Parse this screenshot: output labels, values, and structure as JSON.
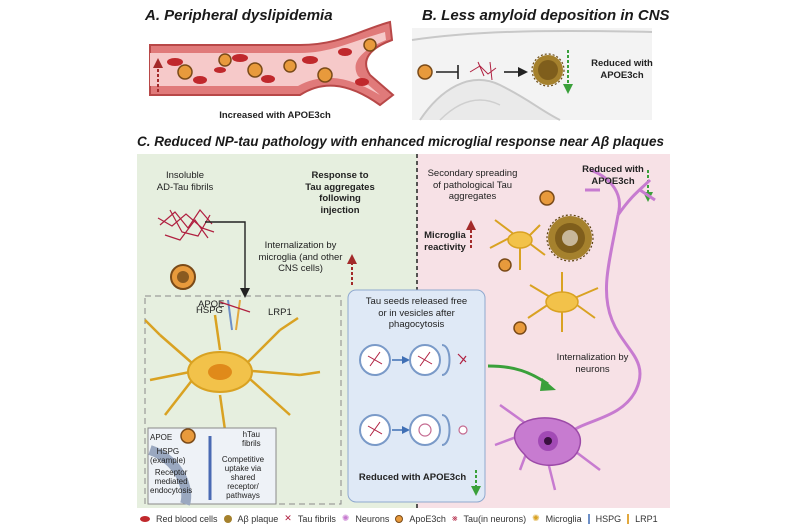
{
  "panel_a": {
    "title": "A. Peripheral dyslipidemia",
    "note": "Increased with APOE3ch"
  },
  "panel_b": {
    "title": "B. Less amyloid deposition in CNS",
    "note_line1": "Reduced with",
    "note_line2": "APOE3ch"
  },
  "panel_c": {
    "title": "C. Reduced NP-tau pathology with enhanced microglial response near Aβ plaques",
    "insoluble_line1": "Insoluble",
    "insoluble_line2": "AD-Tau fibrils",
    "response_line1": "Response to",
    "response_line2": "Tau aggregates",
    "response_line3": "following",
    "response_line4": "injection",
    "internalization_line1": "Internalization by",
    "internalization_line2": "microglia (and other",
    "internalization_line3": "CNS cells)",
    "apoe_label": "APOE",
    "hspg_label": "HSPG",
    "lrp1_label": "LRP1",
    "seeds_line1": "Tau seeds released free",
    "seeds_line2": "or in vesicles after",
    "seeds_line3": "phagocytosis",
    "seeds_reduced": "Reduced with APOE3ch",
    "secondary_line1": "Secondary spreading",
    "secondary_line2": "of pathological Tau",
    "secondary_line3": "aggregates",
    "reduced_line1": "Reduced with",
    "reduced_line2": "APOE3ch",
    "microglia_line1": "Microglia",
    "microglia_line2": "reactivity",
    "neurons_line1": "Internalization by",
    "neurons_line2": "neurons",
    "inset_apoe": "APOE",
    "inset_htau_line1": "hTau",
    "inset_htau_line2": "fibrils",
    "inset_hspg_line1": "HSPG",
    "inset_hspg_line2": "(example)",
    "inset_receptor_line1": "Receptor",
    "inset_receptor_line2": "mediated",
    "inset_receptor_line3": "endocytosis",
    "inset_comp_line1": "Competitive",
    "inset_comp_line2": "uptake via",
    "inset_comp_line3": "shared",
    "inset_comp_line4": "receptor/",
    "inset_comp_line5": "pathways"
  },
  "legend": {
    "items": [
      "Red blood cells",
      "Aβ plaque",
      "Tau fibrils",
      "Neurons",
      "ApoE3ch",
      "Tau(in neurons)",
      "Microglia",
      "HSPG",
      "LRP1"
    ]
  },
  "colors": {
    "green_bg": "#e6efdf",
    "pink_bg": "#f7e1e6",
    "blue_bg": "#dfe9f6",
    "microglia": "#f2c24a",
    "neuron": "#c77bd0",
    "tau": "#b02040",
    "arrow_red": "#b03030",
    "arrow_green": "#3aa03a"
  }
}
